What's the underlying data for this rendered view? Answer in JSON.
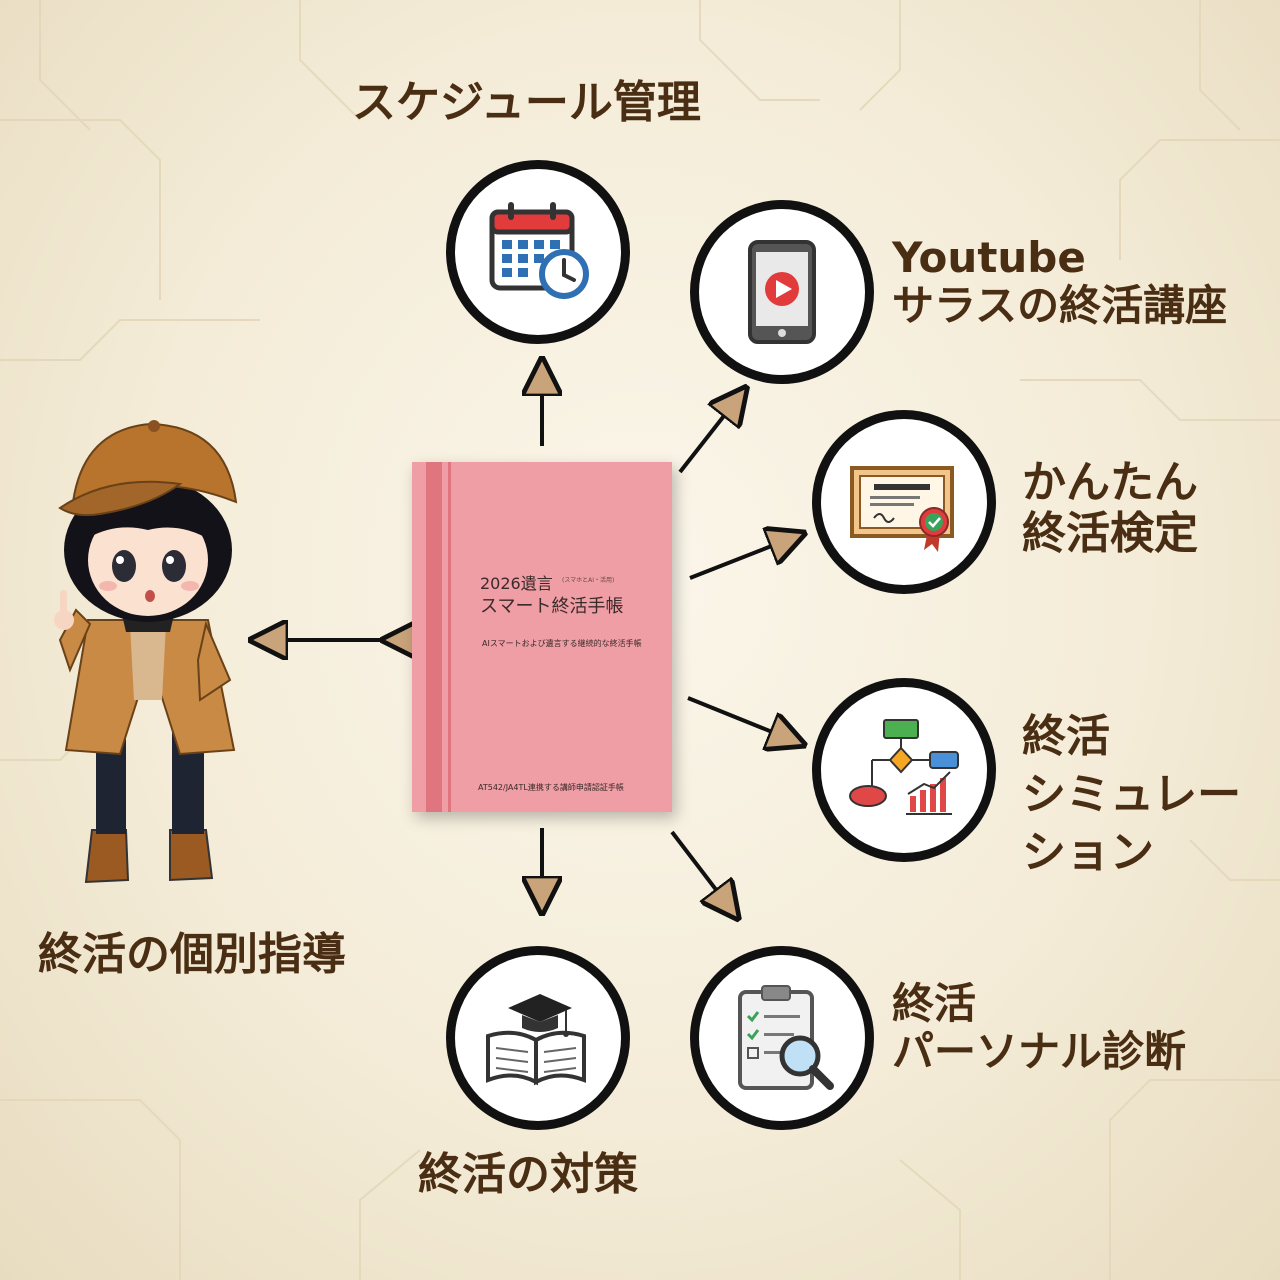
{
  "center_book": {
    "year_title": "2026遺言",
    "small_note": "(スマホとAI・活用)",
    "title": "スマート終活手帳",
    "subtitle": "AIスマートおよび遺言する継続的な終活手帳",
    "footer": "AT542/JA4TL連携する講師申請認証手帳"
  },
  "nodes": {
    "schedule": {
      "label": "スケジュール管理",
      "icon": "calendar-clock-icon"
    },
    "youtube": {
      "label_line1": "Youtube",
      "label_line2": "サラスの終活講座",
      "icon": "tablet-play-icon"
    },
    "exam": {
      "label_line1": "かんたん",
      "label_line2": "終活検定",
      "icon": "certificate-icon"
    },
    "simulation": {
      "label_line1": "終活",
      "label_line2": "シミュレー",
      "label_line3": "ション",
      "icon": "flowchart-icon"
    },
    "diagnosis": {
      "label_line1": "終活",
      "label_line2": "パーソナル診断",
      "icon": "clipboard-search-icon"
    },
    "measures": {
      "label": "終活の対策",
      "icon": "book-graduation-icon"
    },
    "guidance": {
      "label": "終活の個別指導",
      "icon": "character-illustration"
    }
  },
  "colors": {
    "label_text": "#4a2e14",
    "arrow": "#c9a37a",
    "book_cover": "#ee9ea4",
    "book_spine": "#e07580"
  }
}
